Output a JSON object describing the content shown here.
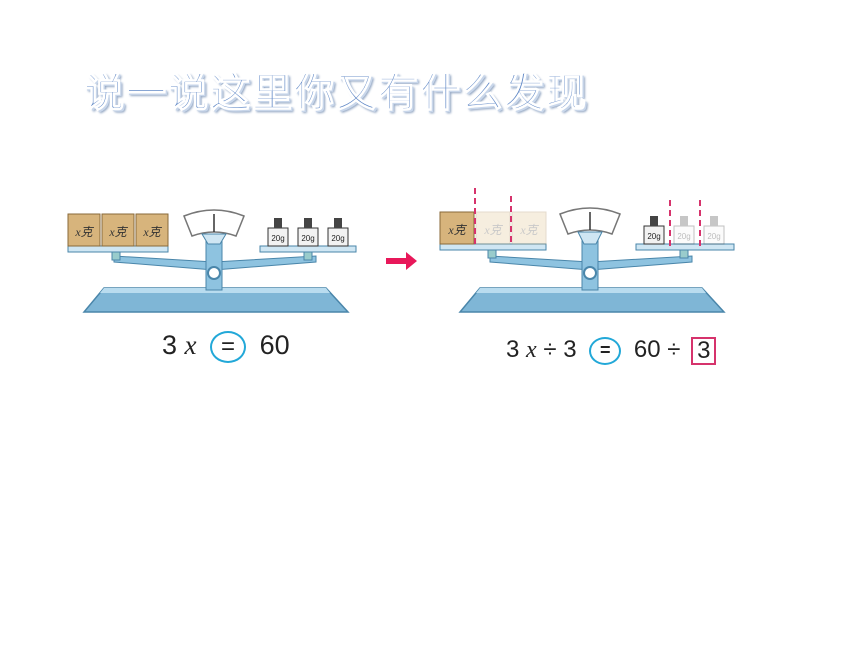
{
  "title": "说一说这里你又有什么发现",
  "left_scale": {
    "block_label": "x克",
    "weight_label": "20g"
  },
  "right_scale": {
    "block_label": "x克",
    "weight_label": "20g"
  },
  "equation1": {
    "coef": "3",
    "var": "x",
    "eq": "=",
    "rhs": "60"
  },
  "equation2": {
    "coef": "3",
    "var": "x",
    "div": "÷ 3",
    "eq": "=",
    "rhs": "60",
    "div2": "÷",
    "answer": "3"
  },
  "colors": {
    "title": "#5b84c4",
    "accent": "#22a8d8",
    "divider": "#d6336c",
    "arrow": "#e8185a"
  }
}
